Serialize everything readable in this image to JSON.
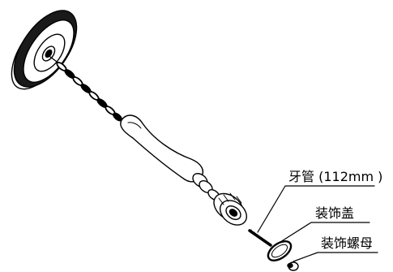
{
  "labels": {
    "threaded_pipe": "牙管 (112mm )",
    "decorative_cover": "装饰盖",
    "decorative_nut": "装饰螺母"
  }
}
